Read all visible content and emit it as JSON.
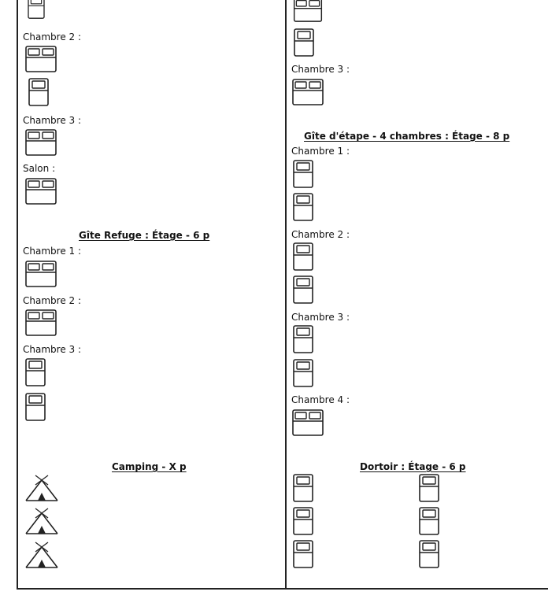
{
  "left": {
    "room_chambre2": "Chambre 2 :",
    "room_chambre3": "Chambre 3 :",
    "room_salon": "Salon :",
    "refuge_title": "Gîte Refuge : Étage - 6 p",
    "refuge_chambre1": "Chambre 1 :",
    "refuge_chambre2": "Chambre 2 :",
    "refuge_chambre3": "Chambre 3 :",
    "camping_title": "Camping - X p"
  },
  "right": {
    "room_chambre3": "Chambre 3 :",
    "etape_title": "Gîte d'étape - 4 chambres : Étage - 8 p",
    "etape_chambre1": "Chambre 1 :",
    "etape_chambre2": "Chambre 2 :",
    "etape_chambre3": "Chambre 3 :",
    "etape_chambre4": "Chambre 4 :",
    "dortoir_title": "Dortoir : Étage - 6 p"
  },
  "icons": {
    "double_bed": "double-bed-icon",
    "single_bed": "single-bed-icon",
    "tent": "tent-icon"
  }
}
